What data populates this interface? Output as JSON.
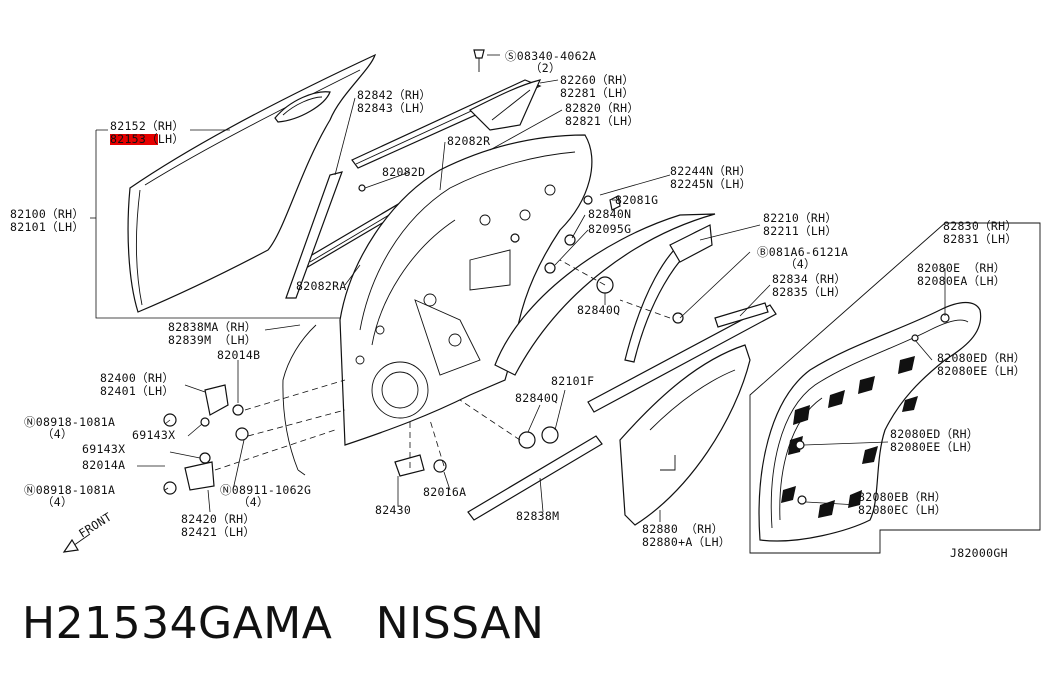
{
  "diagram_code": "J82000GH",
  "title_part_number": "H21534GAMA",
  "title_brand": "NISSAN",
  "front_label": "FRONT",
  "labels": [
    {
      "id": "l1",
      "lines": [
        "Ⓢ08340-4062A",
        "（2）"
      ]
    },
    {
      "id": "l2",
      "lines": [
        "82260（RH）",
        "82281（LH）"
      ]
    },
    {
      "id": "l3",
      "lines": [
        "82842（RH）",
        "82843（LH）"
      ]
    },
    {
      "id": "l4",
      "lines": [
        "82820（RH）",
        "82821（LH）"
      ]
    },
    {
      "id": "l5",
      "lines": [
        "82152（RH）",
        "82153（LH）"
      ]
    },
    {
      "id": "l6",
      "lines": [
        "82082R"
      ]
    },
    {
      "id": "l7",
      "lines": [
        "82082D"
      ]
    },
    {
      "id": "l8",
      "lines": [
        "82244N（RH）",
        "82245N（LH）"
      ]
    },
    {
      "id": "l9",
      "lines": [
        "82081G"
      ]
    },
    {
      "id": "l10",
      "lines": [
        "82840N"
      ]
    },
    {
      "id": "l11",
      "lines": [
        "82095G"
      ]
    },
    {
      "id": "l12",
      "lines": [
        "82100（RH）",
        "82101（LH）"
      ]
    },
    {
      "id": "l13",
      "lines": [
        "82210（RH）",
        "82211（LH）"
      ]
    },
    {
      "id": "l14",
      "lines": [
        "82830（RH）",
        "82831（LH）"
      ]
    },
    {
      "id": "l15",
      "lines": [
        "Ⓑ081A6-6121A",
        "（4）"
      ]
    },
    {
      "id": "l16",
      "lines": [
        "82080E （RH）",
        "82080EA（LH）"
      ]
    },
    {
      "id": "l17",
      "lines": [
        "82082RA"
      ]
    },
    {
      "id": "l18",
      "lines": [
        "82834（RH）",
        "82835（LH）"
      ]
    },
    {
      "id": "l19",
      "lines": [
        "82840Q"
      ]
    },
    {
      "id": "l20",
      "lines": [
        "82838MA（RH）",
        "82839M （LH）"
      ]
    },
    {
      "id": "l21",
      "lines": [
        "82014B"
      ]
    },
    {
      "id": "l22",
      "lines": [
        "82080ED（RH）",
        "82080EE（LH）"
      ]
    },
    {
      "id": "l23",
      "lines": [
        "82400（RH）",
        "82401（LH）"
      ]
    },
    {
      "id": "l24",
      "lines": [
        "82101F"
      ]
    },
    {
      "id": "l25",
      "lines": [
        "Ⓝ08918-1081A",
        "（4）"
      ]
    },
    {
      "id": "l26",
      "lines": [
        "69143X"
      ]
    },
    {
      "id": "l27",
      "lines": [
        "82840Q"
      ]
    },
    {
      "id": "l28",
      "lines": [
        "82080ED（RH）",
        "82080EE（LH）"
      ]
    },
    {
      "id": "l29",
      "lines": [
        "69143X"
      ]
    },
    {
      "id": "l30",
      "lines": [
        "82014A"
      ]
    },
    {
      "id": "l31",
      "lines": [
        "Ⓝ08911-1062G",
        "（4）"
      ]
    },
    {
      "id": "l32",
      "lines": [
        "Ⓝ08918-1081A",
        "（4）"
      ]
    },
    {
      "id": "l33",
      "lines": [
        "82016A"
      ]
    },
    {
      "id": "l34",
      "lines": [
        "82080EB（RH）",
        "82080EC（LH）"
      ]
    },
    {
      "id": "l35",
      "lines": [
        "82420（RH）",
        "82421（LH）"
      ]
    },
    {
      "id": "l36",
      "lines": [
        "82430"
      ]
    },
    {
      "id": "l37",
      "lines": [
        "82838M"
      ]
    },
    {
      "id": "l38",
      "lines": [
        "82880  （RH）",
        "82880+A（LH）"
      ]
    }
  ]
}
